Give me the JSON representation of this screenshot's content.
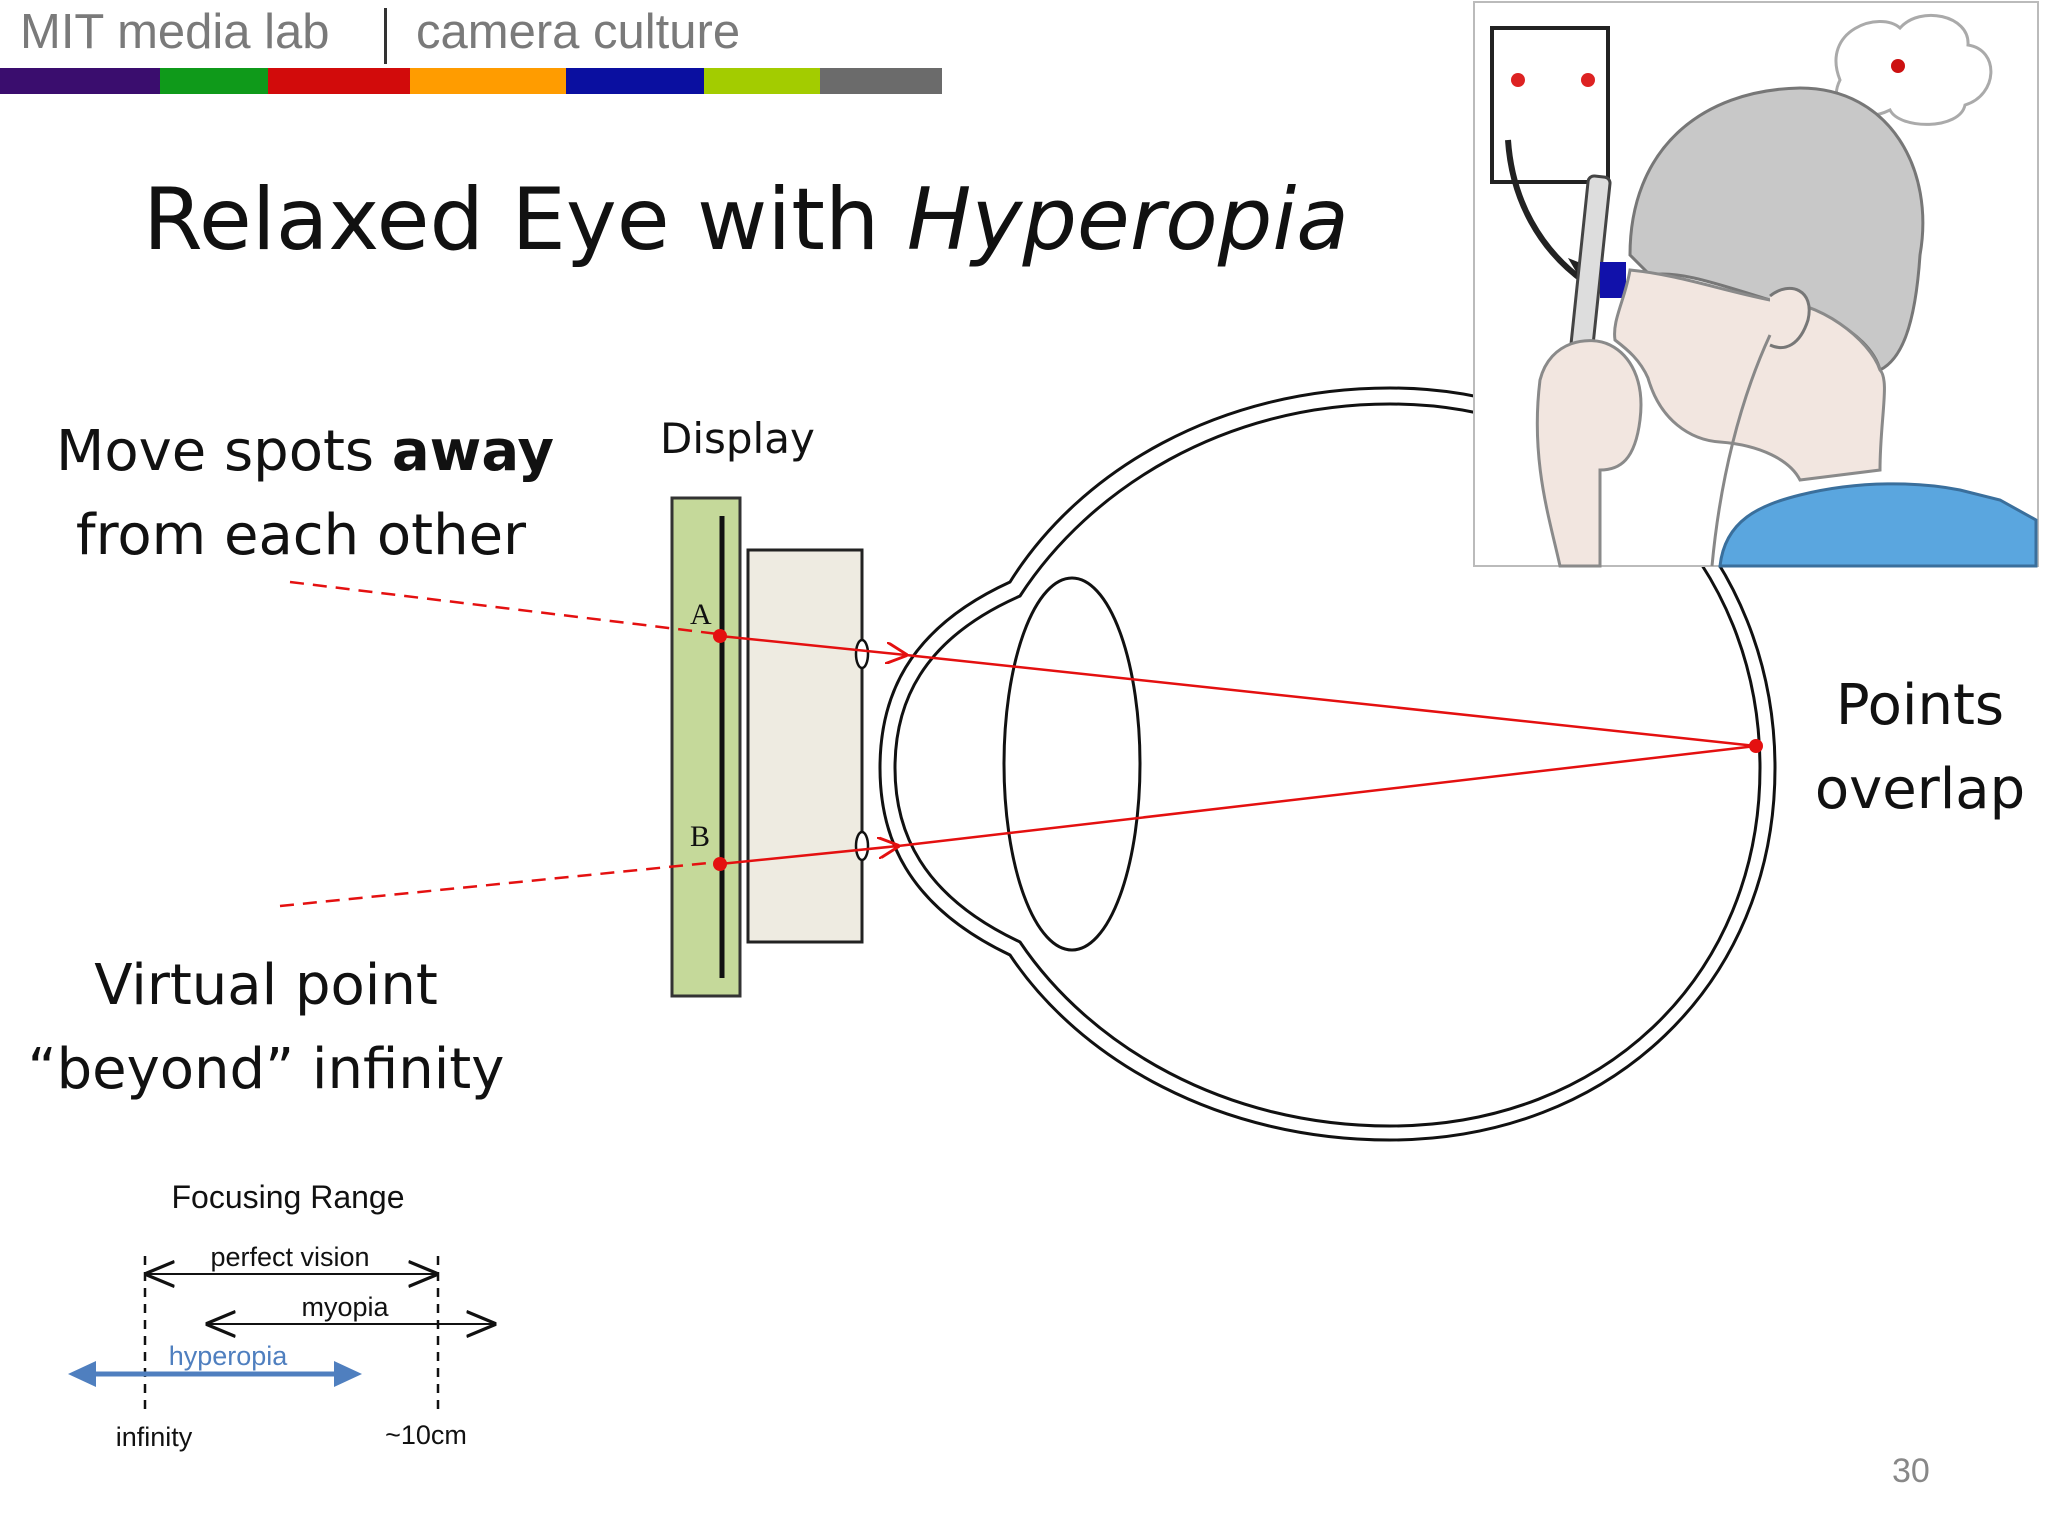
{
  "header": {
    "org": "MIT media lab",
    "group": "camera culture",
    "color_bar": [
      "#3a0d6e",
      "#0f9a1a",
      "#d20b0b",
      "#ff9c00",
      "#0a0fa0",
      "#a3cc00",
      "#6b6b6b"
    ]
  },
  "slide": {
    "title_plain": "Relaxed Eye with ",
    "title_italic": "Hyperopia",
    "page_number": "30"
  },
  "labels": {
    "move_line1_a": "Move spots ",
    "move_line1_b": "away",
    "move_line2": "from each other",
    "display": "Display",
    "point_a": "A",
    "point_b": "B",
    "points_overlap_1": "Points",
    "points_overlap_2": "overlap",
    "virtual_1": "Virtual point",
    "virtual_2": "“beyond” infinity"
  },
  "focusing_range": {
    "title": "Focusing Range",
    "perfect_vision": "perfect vision",
    "myopia": "myopia",
    "hyperopia": "hyperopia",
    "infinity": "infinity",
    "near": "~10cm"
  },
  "colors": {
    "ray": "#e41010",
    "display_green": "#c5d99a",
    "lens_box": "#eeebe1",
    "hyperopia_blue": "#4f7fbf"
  }
}
